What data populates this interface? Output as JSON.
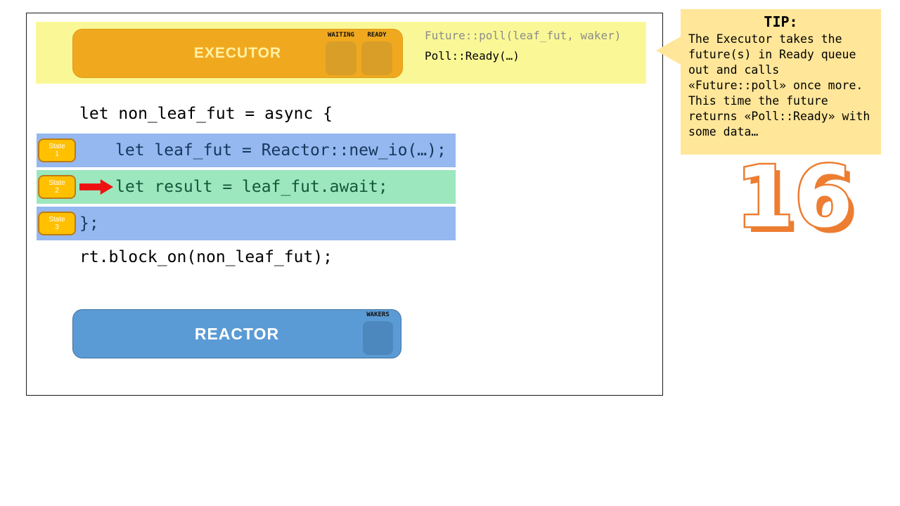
{
  "slide": {
    "page_number": "16"
  },
  "executor_panel": {
    "executor_label": "EXECUTOR",
    "queues": [
      {
        "label": "WAITING"
      },
      {
        "label": "READY"
      }
    ],
    "call_line": "Future::poll(leaf_fut, waker)",
    "result_line": "Poll::Ready(…)"
  },
  "code": {
    "open_line": "let non_leaf_fut = async {",
    "states": [
      {
        "badge_word": "State",
        "badge_number": "1",
        "code": "let leaf_fut = Reactor::new_io(…);",
        "highlight": "blue",
        "has_arrow": false
      },
      {
        "badge_word": "State",
        "badge_number": "2",
        "code": "let result = leaf_fut.await;",
        "highlight": "green",
        "has_arrow": true
      },
      {
        "badge_word": "State",
        "badge_number": "3",
        "code": "};",
        "highlight": "blue",
        "has_arrow": false
      }
    ],
    "block_on_line": "rt.block_on(non_leaf_fut);"
  },
  "reactor_panel": {
    "reactor_label": "REACTOR",
    "queues": [
      {
        "label": "WAKERS"
      }
    ]
  },
  "tip": {
    "title": "TIP:",
    "body": "The Executor takes the\nfuture(s) in Ready queue\nout and calls\n«Future::poll» once more.\nThis time the future\nreturns «Poll::Ready» with\nsome data…"
  },
  "colors": {
    "banner_bg": "#FAF896",
    "executor_fill": "#F0A91F",
    "queue_slot_fill": "#D89E28",
    "call_gray": "#8C8C8C",
    "row_blue": "#94B8EF",
    "row_green": "#9CE7BE",
    "code_navy": "#17375E",
    "code_green": "#14573A",
    "badge_fill": "#FFC000",
    "badge_border": "#BC7B15",
    "arrow_red": "#EE1111",
    "reactor_fill": "#5B9BD5",
    "reactor_border": "#41719C",
    "waker_slot_fill": "#4C88BD",
    "tip_bg": "#FFE699",
    "page_number_orange": "#ED7D31"
  }
}
